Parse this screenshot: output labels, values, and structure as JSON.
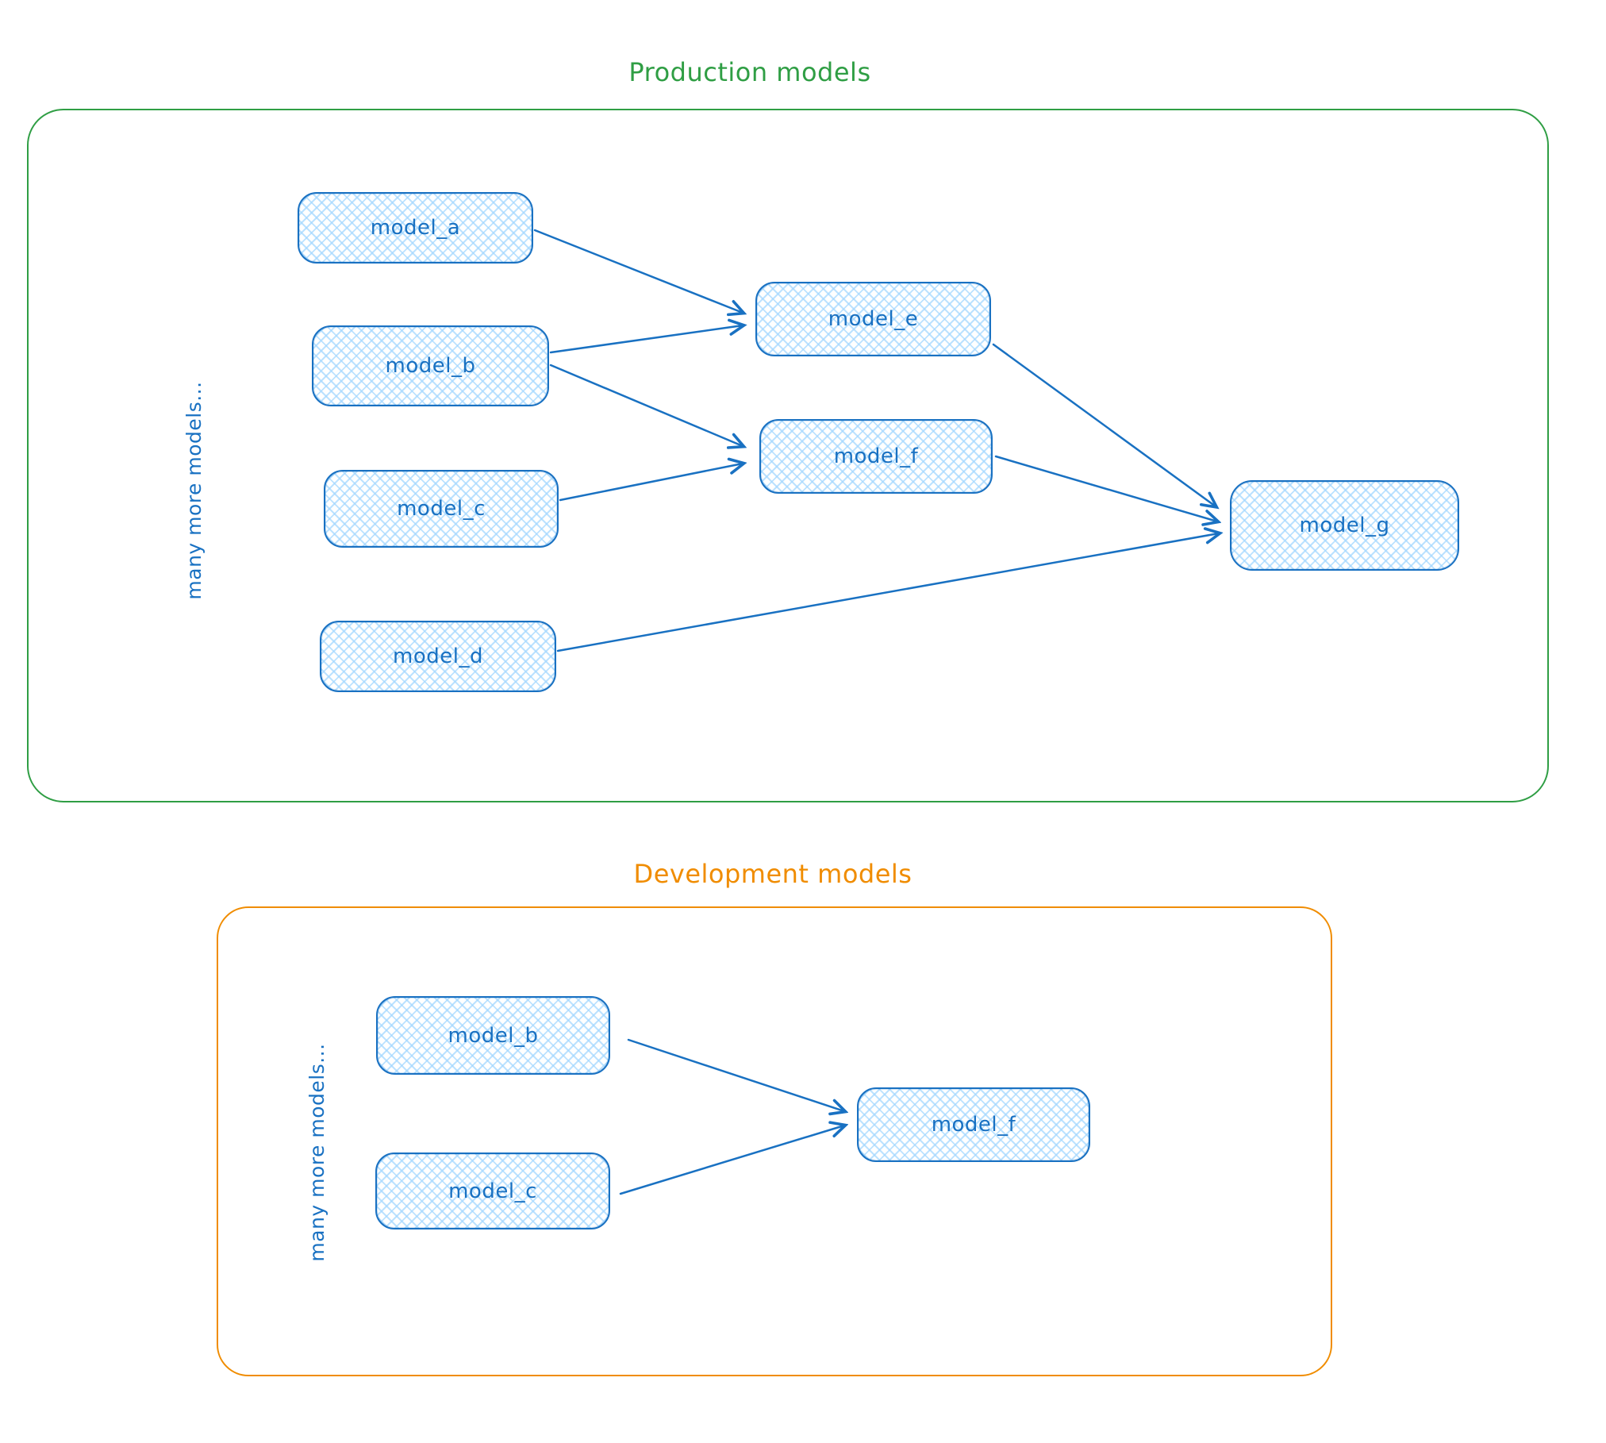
{
  "production": {
    "title": "Production models",
    "side_label": "many more models...",
    "nodes": [
      {
        "id": "model_a",
        "label": "model_a"
      },
      {
        "id": "model_b",
        "label": "model_b"
      },
      {
        "id": "model_c",
        "label": "model_c"
      },
      {
        "id": "model_d",
        "label": "model_d"
      },
      {
        "id": "model_e",
        "label": "model_e"
      },
      {
        "id": "model_f",
        "label": "model_f"
      },
      {
        "id": "model_g",
        "label": "model_g"
      }
    ],
    "edges": [
      {
        "from": "model_a",
        "to": "model_e"
      },
      {
        "from": "model_b",
        "to": "model_e"
      },
      {
        "from": "model_b",
        "to": "model_f"
      },
      {
        "from": "model_c",
        "to": "model_f"
      },
      {
        "from": "model_d",
        "to": "model_g"
      },
      {
        "from": "model_e",
        "to": "model_g"
      },
      {
        "from": "model_f",
        "to": "model_g"
      }
    ]
  },
  "development": {
    "title": "Development models",
    "side_label": "many more models...",
    "nodes": [
      {
        "id": "model_b",
        "label": "model_b"
      },
      {
        "id": "model_c",
        "label": "model_c"
      },
      {
        "id": "model_f",
        "label": "model_f"
      }
    ],
    "edges": [
      {
        "from": "model_b",
        "to": "model_f"
      },
      {
        "from": "model_c",
        "to": "model_f"
      }
    ]
  },
  "colors": {
    "production_accent": "#2f9e44",
    "development_accent": "#f08c00",
    "node_stroke": "#1971c2",
    "node_fill_hatch": "#a5d8ff"
  }
}
